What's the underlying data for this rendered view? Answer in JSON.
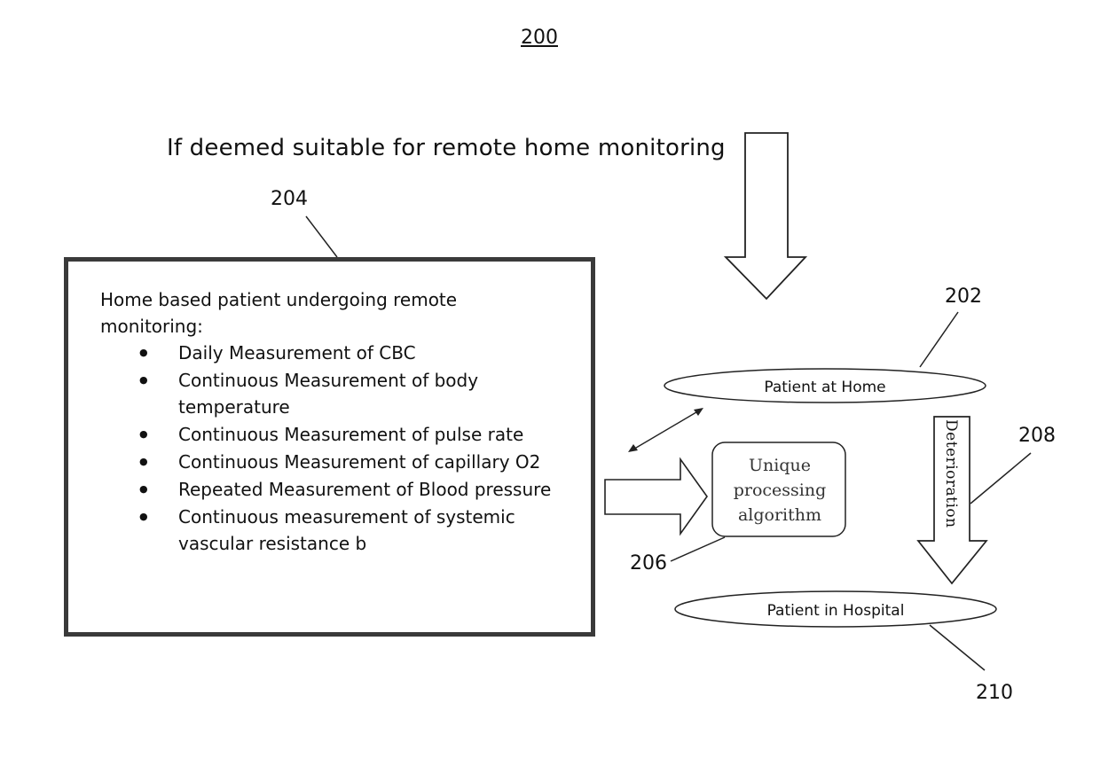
{
  "figure_number": "200",
  "header_text": "If deemed suitable for remote home monitoring",
  "refs": {
    "r204": "204",
    "r202": "202",
    "r208": "208",
    "r206": "206",
    "r210": "210"
  },
  "box": {
    "heading": "Home based patient undergoing remote monitoring:",
    "items": [
      "Daily Measurement of CBC",
      "Continuous Measurement of body temperature",
      "Continuous Measurement of pulse rate",
      "Continuous Measurement of capillary O2",
      "Repeated Measurement of Blood pressure",
      "Continuous measurement of systemic vascular resistance b"
    ]
  },
  "nodes": {
    "home": "Patient at Home",
    "hospital": "Patient in Hospital",
    "algorithm": "Unique processing algorithm",
    "deterioration": "Deterioration"
  }
}
